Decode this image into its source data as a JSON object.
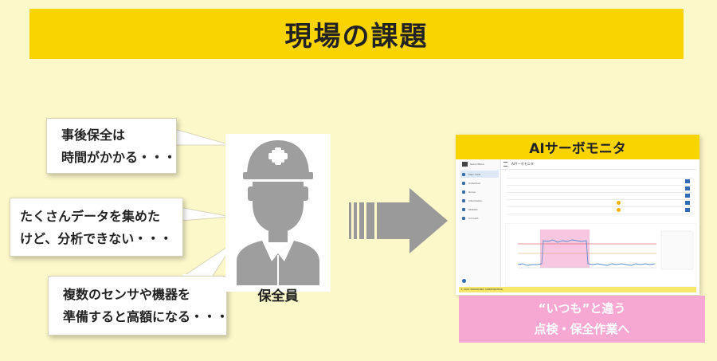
{
  "title": "現場の課題",
  "bubbles": [
    {
      "lines": [
        "事後保全は",
        "時間がかかる・・・"
      ]
    },
    {
      "lines": [
        "たくさんデータを集めた",
        "けど、分析できない・・・"
      ]
    },
    {
      "lines": [
        "複数のセンサや機器を",
        "準備すると高額になる・・・"
      ]
    }
  ],
  "worker_label": "保全員",
  "monitor": {
    "title": "AIサーボモニタ",
    "brand": "Servo Menu",
    "tab": "AIサーボモニタ",
    "sidebar": [
      "Main View",
      "Individual",
      "Group",
      "Information",
      "Statistic",
      "Connect"
    ],
    "footer": "© 2021 PANASONIC CORPORATION"
  },
  "pink_box": {
    "lines": [
      "“いつも”と違う",
      "点検・保全作業へ"
    ]
  },
  "colors": {
    "background": "#fdf8c9",
    "banner": "#f9d400",
    "pink": "#f7a8d2",
    "arrow": "#9a9a9a"
  }
}
